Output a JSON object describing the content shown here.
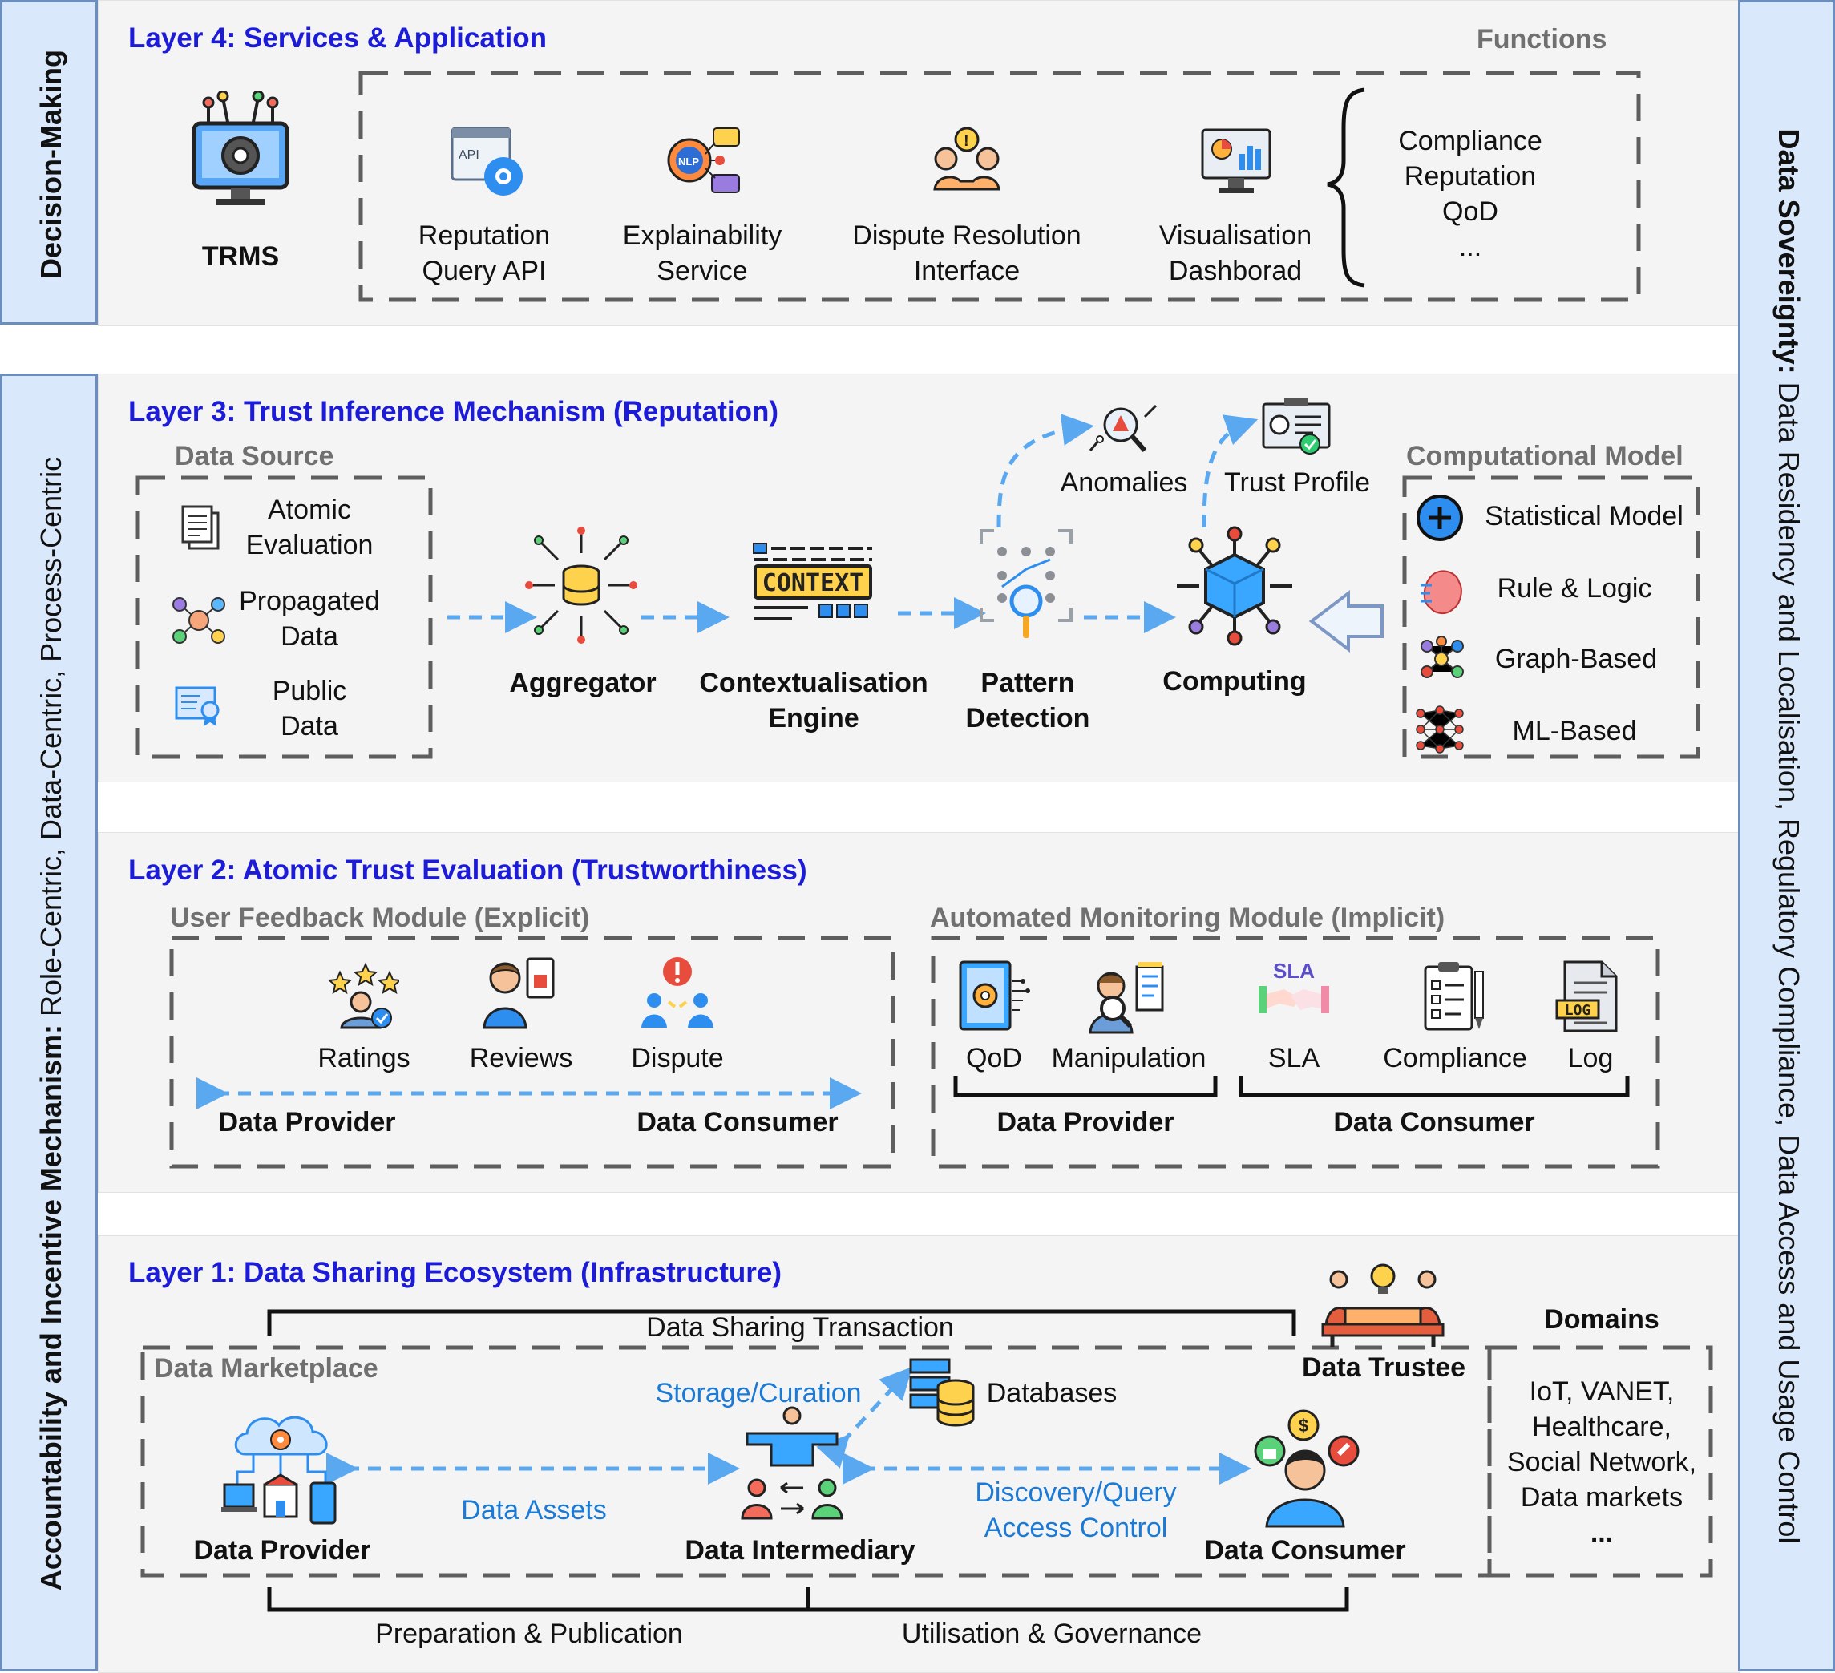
{
  "sidebars": {
    "left_bold": "Accountability and Incentive Mechanism:",
    "left_rest": " Role-Centric, Data-Centric, Process-Centric",
    "top_left": "Decision-Making",
    "right_bold": "Data Sovereignty:",
    "right_rest": " Data Residency and Localisation, Regulatory Compliance, Data Access and Usage Control"
  },
  "layer4": {
    "title": "Layer 4: Services & Application",
    "functions_title": "Functions",
    "trms": "TRMS",
    "services": [
      {
        "line1": "Reputation",
        "line2": "Query API",
        "icon": "api-gear-icon"
      },
      {
        "line1": "Explainability",
        "line2": "Service",
        "icon": "nlp-network-icon"
      },
      {
        "line1": "Dispute Resolution",
        "line2": "Interface",
        "icon": "handshake-icon"
      },
      {
        "line1": "Visualisation",
        "line2": "Dashborad",
        "icon": "dashboard-monitor-icon"
      }
    ],
    "functions": [
      "Compliance",
      "Reputation",
      "QoD",
      "..."
    ]
  },
  "layer3": {
    "title": "Layer 3: Trust Inference Mechanism (Reputation)",
    "data_source_title": "Data Source",
    "sources": [
      {
        "line1": "Atomic",
        "line2": "Evaluation"
      },
      {
        "line1": "Propagated",
        "line2": "Data"
      },
      {
        "line1": "Public",
        "line2": "Data"
      }
    ],
    "aggregator": "Aggregator",
    "context_line1": "Contextualisation",
    "context_line2": "Engine",
    "context_badge": "CONTEXT",
    "pattern_line1": "Pattern",
    "pattern_line2": "Detection",
    "computing": "Computing",
    "anomalies": "Anomalies",
    "trust_profile": "Trust Profile",
    "model_title": "Computational Model",
    "models": [
      "Statistical Model",
      "Rule & Logic",
      "Graph-Based",
      "ML-Based"
    ]
  },
  "layer2": {
    "title": "Layer 2: Atomic Trust Evaluation (Trustworthiness)",
    "user_module": "User Feedback Module (Explicit)",
    "auto_module": "Automated Monitoring Module (Implicit)",
    "user_items": [
      "Ratings",
      "Reviews",
      "Dispute"
    ],
    "auto_items": [
      "QoD",
      "Manipulation",
      "SLA",
      "Compliance",
      "Log"
    ],
    "sla_badge": "SLA",
    "log_badge": "LOG",
    "user_provider": "Data Provider",
    "user_consumer": "Data Consumer",
    "auto_provider": "Data Provider",
    "auto_consumer": "Data Consumer"
  },
  "layer1": {
    "title": "Layer 1: Data Sharing Ecosystem (Infrastructure)",
    "transaction": "Data Sharing Transaction",
    "trustee": "Data Trustee",
    "marketplace": "Data Marketplace",
    "storage": "Storage/Curation",
    "databases": "Databases",
    "provider": "Data Provider",
    "intermediary": "Data Intermediary",
    "consumer": "Data Consumer",
    "assets": "Data Assets",
    "discovery_line1": "Discovery/Query",
    "discovery_line2": "Access Control",
    "preparation": "Preparation & Publication",
    "utilisation": "Utilisation & Governance",
    "domains_title": "Domains",
    "domains": [
      "IoT, VANET,",
      "Healthcare,",
      "Social Network,",
      "Data markets",
      "..."
    ]
  },
  "colors": {
    "layer_title": "#1c1cd8",
    "flow_arrow": "#5aa8f0",
    "sidebar": "#dae8fc",
    "sidebar_border": "#6c8ebf"
  }
}
